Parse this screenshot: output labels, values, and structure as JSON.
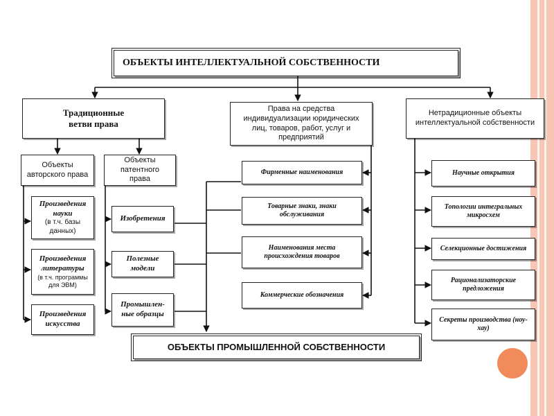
{
  "colors": {
    "accent_bar": "#f7c6b4",
    "accent_circle": "#f28b5c",
    "box_border": "#222222"
  },
  "title": "ОБЪЕКТЫ ИНТЕЛЛЕКТУАЛЬНОЙ СОБСТВЕННОСТИ",
  "branches": {
    "traditional": "Традиционные ветви права",
    "individualization": "Права на средства индивидуализации юридических лиц, товаров, работ, услуг и предприятий",
    "nontraditional": "Нетрадиционные объекты интеллектуальной собственности"
  },
  "copyright": {
    "header": "Объекты авторского права",
    "items": [
      {
        "title": "Произведения науки",
        "note": "(в т.ч. базы данных)"
      },
      {
        "title": "Произведения литературы",
        "note": "(в т.ч. программы для ЭВМ)"
      },
      {
        "title": "Произведения искусства",
        "note": ""
      }
    ]
  },
  "patent": {
    "header": "Объекты патентного права",
    "items": [
      "Изобретения",
      "Полезные модели",
      "Промышлен-ные образцы"
    ]
  },
  "individualization_items": [
    "Фирменные наименования",
    "Товарные знаки, знаки обслуживания",
    "Наименования места происхождения товаров",
    "Коммерческие обозначения"
  ],
  "nontraditional_items": [
    "Научные открытия",
    "Топологии интегральных микросхем",
    "Селекционные достижения",
    "Рационализаторские предложения",
    "Секреты производства (ноу-хау)"
  ],
  "industrial_property": "ОБЪЕКТЫ ПРОМЫШЛЕННОЙ СОБСТВЕННОСТИ"
}
